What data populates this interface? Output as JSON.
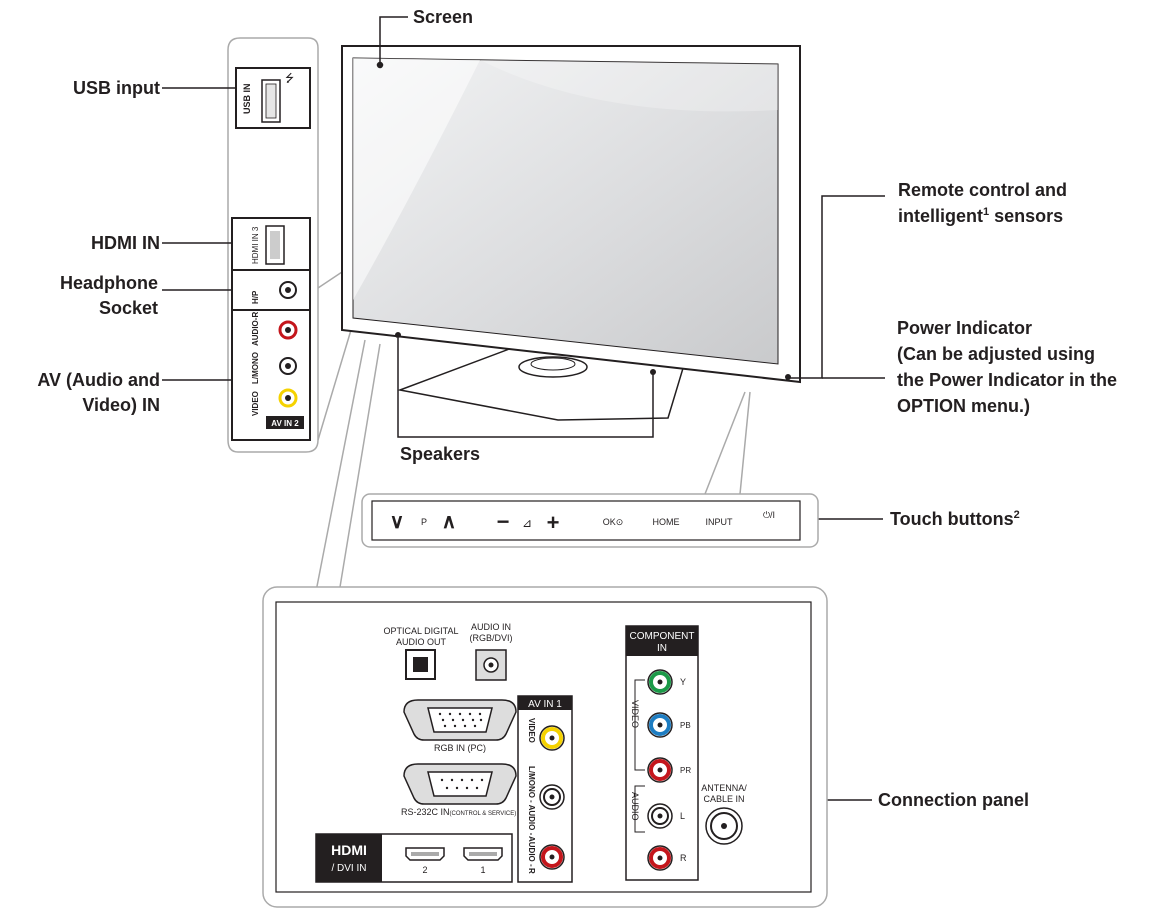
{
  "callouts": {
    "screen": "Screen",
    "usb_input": "USB input",
    "hdmi_in": "HDMI IN",
    "headphone_1": "Headphone",
    "headphone_2": "Socket",
    "av_in_1": "AV (Audio and",
    "av_in_2": "Video) IN",
    "remote_1": "Remote control and",
    "remote_2a": "intelligent",
    "remote_2_sup": "1",
    "remote_2b": " sensors",
    "power_1": "Power Indicator",
    "power_2": "(Can be adjusted using",
    "power_3": "the Power Indicator in the",
    "power_4": "OPTION menu.)",
    "speakers": "Speakers",
    "touch_a": "Touch buttons",
    "touch_sup": "2",
    "connection_panel": "Connection panel"
  },
  "side_panel": {
    "usb_label": "USB IN",
    "hdmi_label": "HDMI IN 3",
    "headphone_label": "H/P",
    "audio_r_label": "AUDIO-R",
    "mono_label": "L/MONO",
    "video_label": "VIDEO",
    "av_in_2_label": "AV IN 2"
  },
  "touch_buttons": {
    "down": "∨",
    "p": "P",
    "up": "∧",
    "minus": "−",
    "volume": "⊿",
    "plus": "+",
    "ok": "OK⊙",
    "home": "HOME",
    "input": "INPUT",
    "power": "⏻/I"
  },
  "rear_panel": {
    "optical_1": "OPTICAL DIGITAL",
    "optical_2": "AUDIO OUT",
    "audio_in_1": "AUDIO IN",
    "audio_in_2": "(RGB/DVI)",
    "rgb_in": "RGB IN (PC)",
    "rs232_a": "RS-232C IN",
    "rs232_b": "(CONTROL & SERVICE)",
    "av_in_1": "AV IN 1",
    "av_video": "VIDEO",
    "av_mono": "L/MONO",
    "av_audio_1": "- AUDIO -",
    "av_audio_2": "AUDIO -",
    "av_r": "R",
    "hdmi_logo": "HDMI",
    "dvi_in": "/ DVI IN",
    "hdmi_2": "2",
    "hdmi_1": "1",
    "component_1": "COMPONENT",
    "component_2": "IN",
    "comp_y": "Y",
    "comp_pb": "PB",
    "comp_pr": "PR",
    "comp_video": "VIDEO",
    "comp_l": "L",
    "comp_r": "R",
    "comp_audio": "AUDIO",
    "antenna_1": "ANTENNA/",
    "antenna_2": "CABLE IN"
  },
  "colors": {
    "line": "#231f20",
    "panel_border": "#aaaaaa",
    "screen_fill": "#d9dadb",
    "jack_red": "#c4161c",
    "jack_yellow": "#f5d200",
    "jack_green": "#1b9a48",
    "jack_blue": "#1d7dc2",
    "label_bg": "#231f20"
  }
}
